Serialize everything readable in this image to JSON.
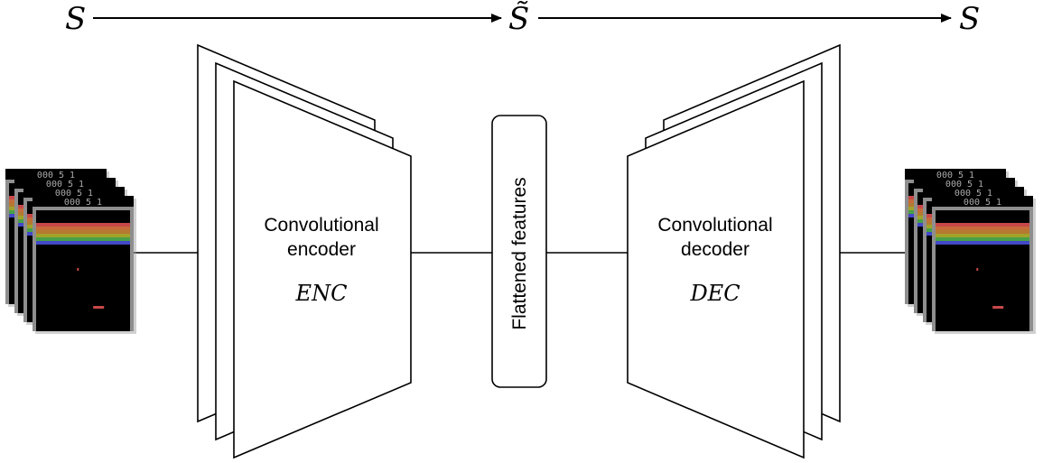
{
  "top_flow": {
    "input_symbol": "S",
    "latent_symbol": "S̃",
    "output_symbol": "S"
  },
  "encoder": {
    "label_line1": "Convolutional",
    "label_line2": "encoder",
    "symbol": "ENC"
  },
  "bottleneck": {
    "label": "Flattened features"
  },
  "decoder": {
    "label_line1": "Convolutional",
    "label_line2": "decoder",
    "symbol": "DEC"
  },
  "frames": {
    "score_text": "000 5 1",
    "count": 4
  },
  "colors": {
    "stroke": "#000000",
    "frame_background": "#000000",
    "frame_border": "#8e8e8e",
    "score_color": "#aaaaaa",
    "brick_rows": [
      "#c84848",
      "#c66c3a",
      "#b47a30",
      "#a2a22a",
      "#48a048",
      "#4248c8"
    ],
    "paddle": "#c84848"
  }
}
